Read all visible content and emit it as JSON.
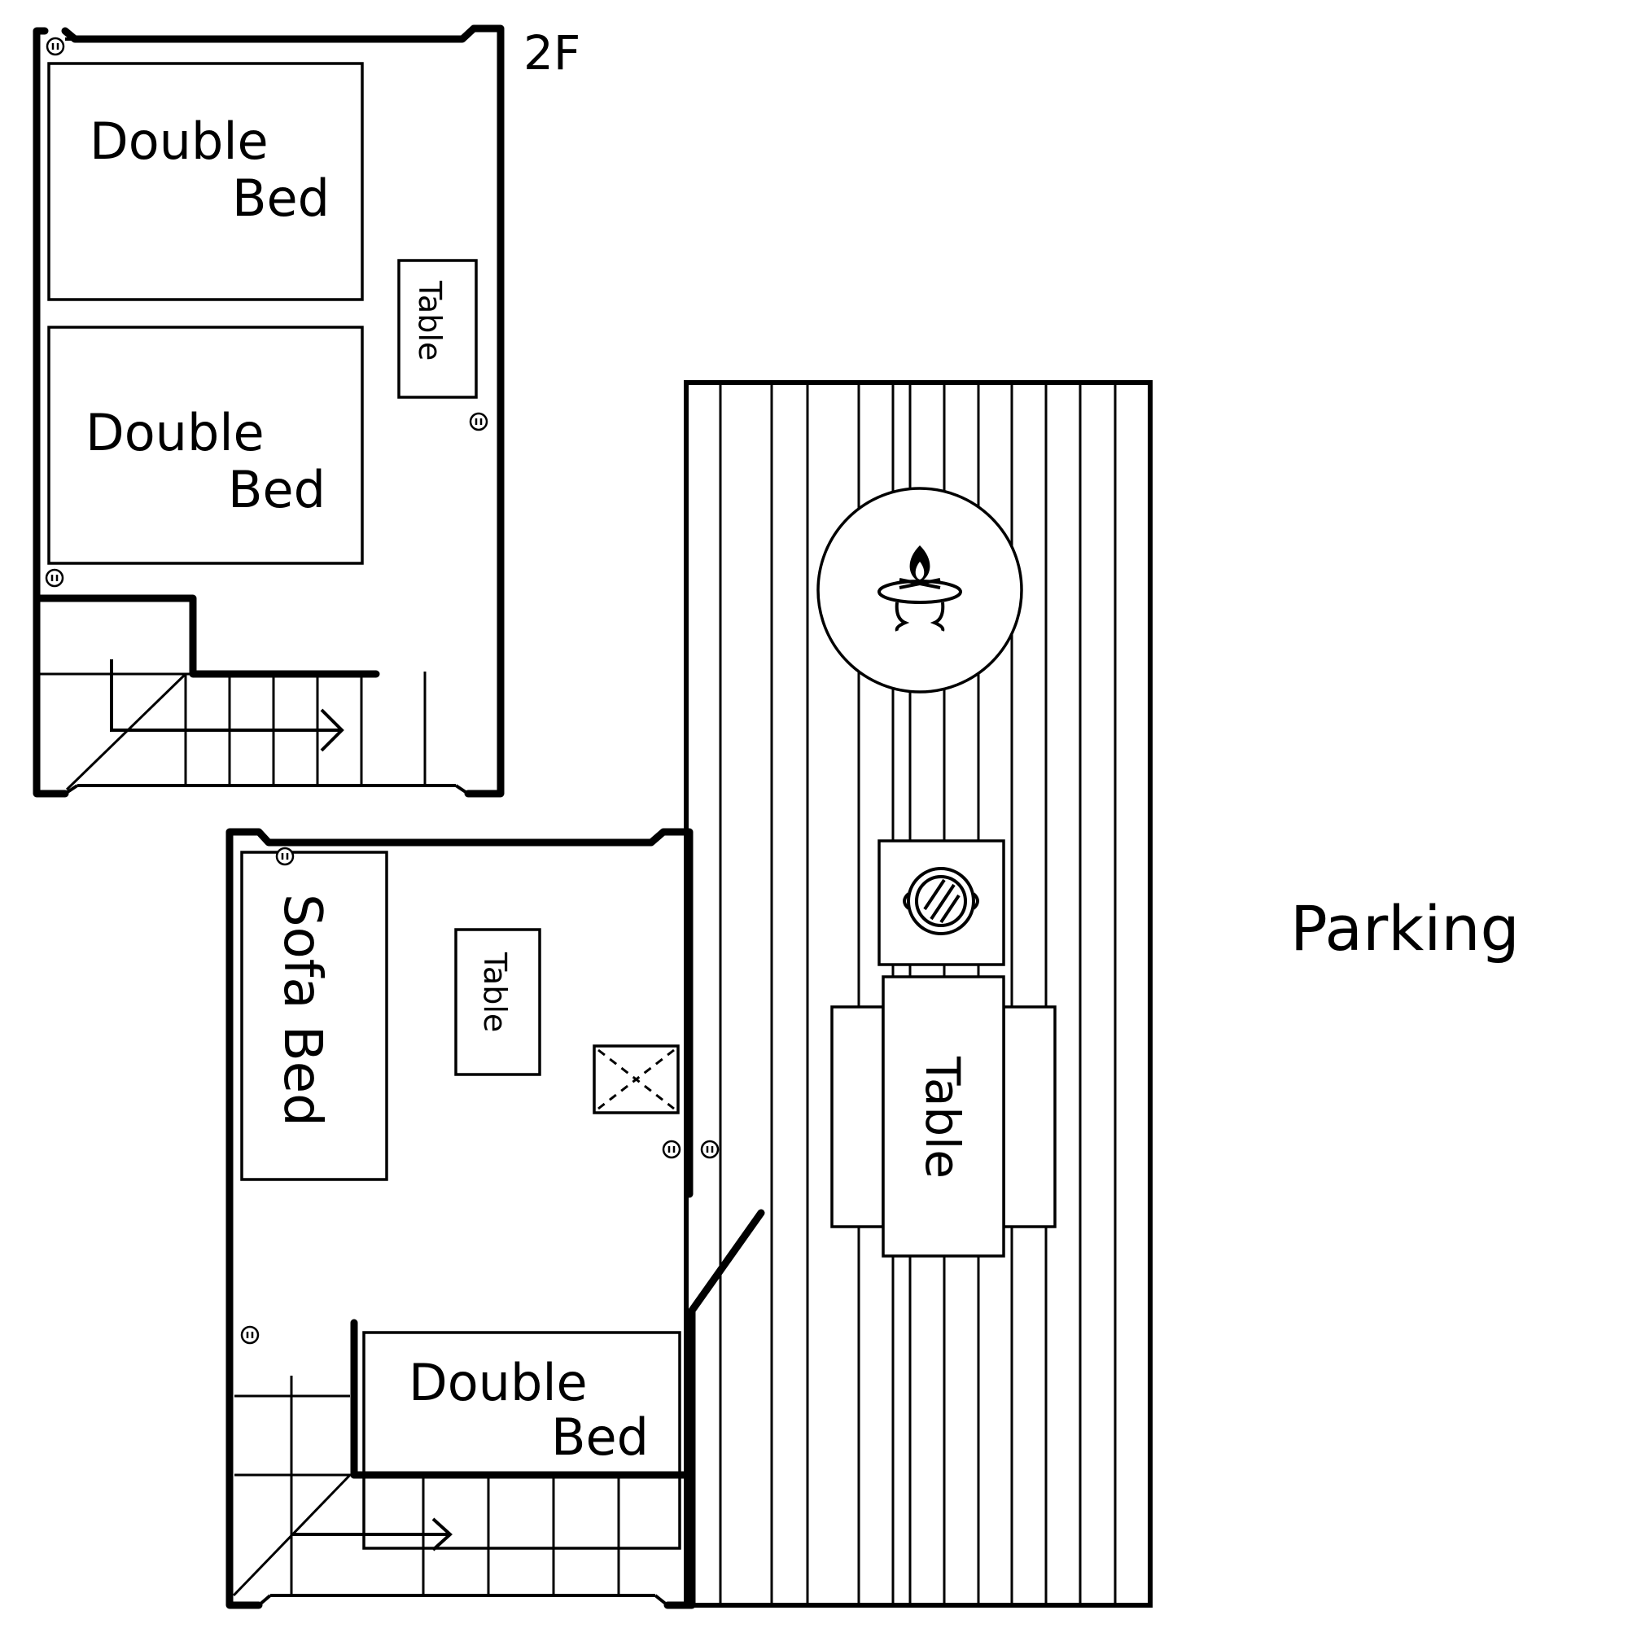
{
  "labels": {
    "floor": "2F",
    "bed1_line1": "Double",
    "bed1_line2": "Bed",
    "bed2_line1": "Double",
    "bed2_line2": "Bed",
    "bed3_line1": "Double",
    "bed3_line2": "Bed",
    "table_upper": "Table",
    "table_lower": "Table",
    "table_deck": "Table",
    "sofa": "Sofa Bed",
    "parking": "Parking"
  },
  "icons": [
    "fire-pit-icon",
    "grill-icon",
    "outlet-icon",
    "fan-icon",
    "stairs-arrow-icon"
  ],
  "colors": {
    "line": "#000000",
    "background": "#ffffff"
  }
}
